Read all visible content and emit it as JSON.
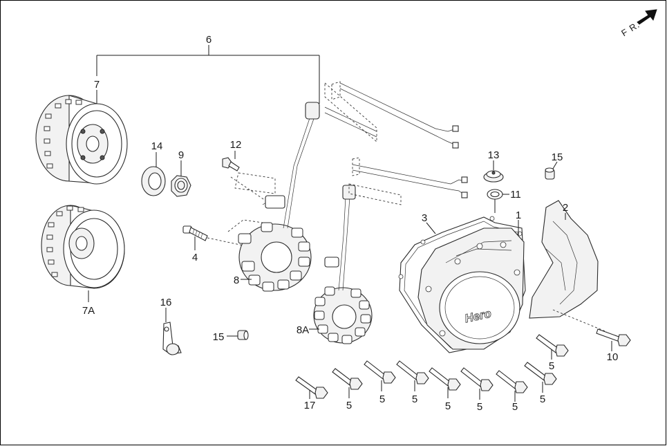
{
  "direction_marker": {
    "text": "F R.",
    "icon": "arrow-icon"
  },
  "callouts": {
    "c1": "1",
    "c2": "2",
    "c3": "3",
    "c4": "4",
    "c5a": "5",
    "c5b": "5",
    "c5c": "5",
    "c5d": "5",
    "c5e": "5",
    "c5f": "5",
    "c5g": "5",
    "c5h": "5",
    "c6": "6",
    "c7": "7",
    "c7a": "7A",
    "c8": "8",
    "c8a": "8A",
    "c9": "9",
    "c10": "10",
    "c11": "11",
    "c12": "12",
    "c13": "13",
    "c14": "14",
    "c15a": "15",
    "c15b": "15",
    "c16": "16",
    "c17": "17"
  },
  "cover_brand": "Hero",
  "colors": {
    "line": "#1a1a1a",
    "fill": "#ffffff",
    "shade": "#f2f2f2",
    "frame": "#000000"
  }
}
